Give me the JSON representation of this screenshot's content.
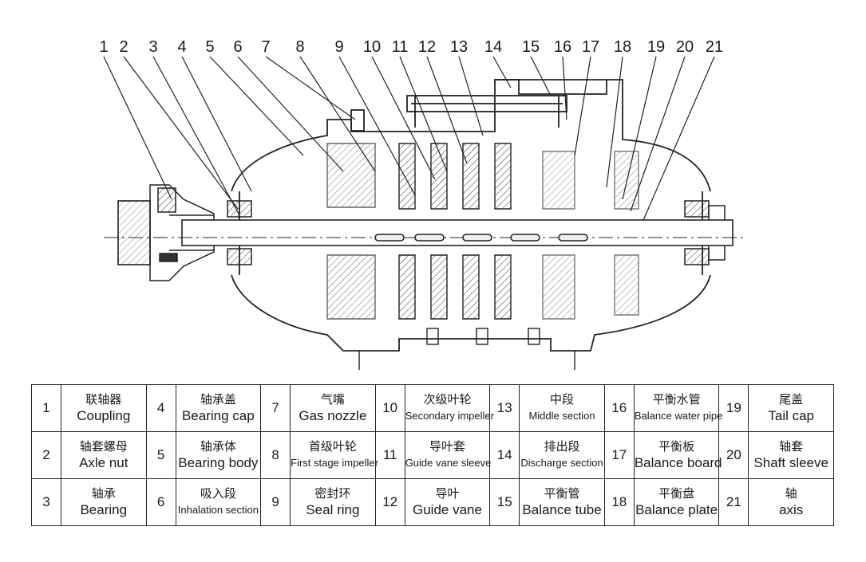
{
  "callouts": [
    "1",
    "2",
    "3",
    "4",
    "5",
    "6",
    "7",
    "8",
    "9",
    "10",
    "11",
    "12",
    "13",
    "14",
    "15",
    "16",
    "17",
    "18",
    "19",
    "20",
    "21"
  ],
  "legend": [
    [
      {
        "n": "1",
        "cn": "联轴器",
        "en": "Coupling"
      },
      {
        "n": "4",
        "cn": "轴承盖",
        "en": "Bearing cap"
      },
      {
        "n": "7",
        "cn": "气嘴",
        "en": "Gas nozzle"
      },
      {
        "n": "10",
        "cn": "次级叶轮",
        "en": "Secondary impeller",
        "small": true
      },
      {
        "n": "13",
        "cn": "中段",
        "en": "Middle section",
        "small": true
      },
      {
        "n": "16",
        "cn": "平衡水管",
        "en": "Balance water pipe",
        "small": true
      },
      {
        "n": "19",
        "cn": "尾盖",
        "en": "Tail cap"
      }
    ],
    [
      {
        "n": "2",
        "cn": "轴套螺母",
        "en": "Axle nut"
      },
      {
        "n": "5",
        "cn": "轴承体",
        "en": "Bearing body"
      },
      {
        "n": "8",
        "cn": "首级叶轮",
        "en": "First stage impeller",
        "small": true
      },
      {
        "n": "11",
        "cn": "导叶套",
        "en": "Guide vane sleeve",
        "small": true
      },
      {
        "n": "14",
        "cn": "排出段",
        "en": "Discharge section",
        "small": true
      },
      {
        "n": "17",
        "cn": "平衡板",
        "en": "Balance board"
      },
      {
        "n": "20",
        "cn": "轴套",
        "en": "Shaft sleeve"
      }
    ],
    [
      {
        "n": "3",
        "cn": "轴承",
        "en": "Bearing"
      },
      {
        "n": "6",
        "cn": "吸入段",
        "en": "Inhalation section",
        "small": true
      },
      {
        "n": "9",
        "cn": "密封环",
        "en": "Seal ring"
      },
      {
        "n": "12",
        "cn": "导叶",
        "en": "Guide vane"
      },
      {
        "n": "15",
        "cn": "平衡管",
        "en": "Balance tube"
      },
      {
        "n": "18",
        "cn": "平衡盘",
        "en": "Balance plate"
      },
      {
        "n": "21",
        "cn": "轴",
        "en": "axis"
      }
    ]
  ]
}
